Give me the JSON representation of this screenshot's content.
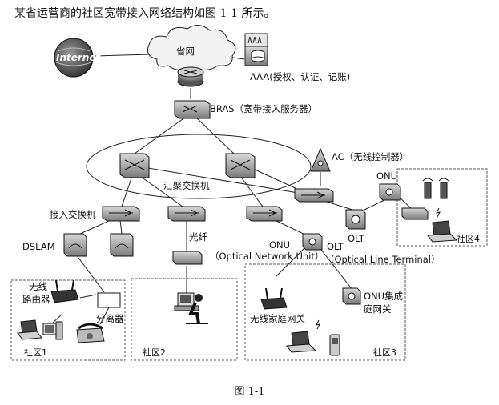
{
  "intro": "某省运营商的社区宽带接入网络结构如图 1-1 所示。",
  "caption": "图 1-1",
  "labels": {
    "internet": "Internet",
    "province_net": "省网",
    "aaa": "AAA(授权、认证、记账)",
    "bras": "BRAS（宽带接入服务器）",
    "aggregation": "汇聚交换机",
    "ac": "AC（无线控制器）",
    "onu_top": "ONU",
    "access_switch": "接入交换机",
    "dslam": "DSLAM",
    "fiber": "光纤",
    "onu_mid": "ONU",
    "onu_full": "（Optical Network Unit）",
    "olt_mid": "OLT",
    "olt_full": "（Optical Line Terminal）",
    "olt_right": "OLT",
    "wireless_router_1": "无线",
    "wireless_router_2": "路由器",
    "splitter": "分离器",
    "wireless_gateway": "无线家庭网关",
    "onu_gateway_1": "ONU集成",
    "onu_gateway_2": "庭网关",
    "community1": "社区1",
    "community2": "社区2",
    "community3": "社区3",
    "community4": "社区4"
  }
}
